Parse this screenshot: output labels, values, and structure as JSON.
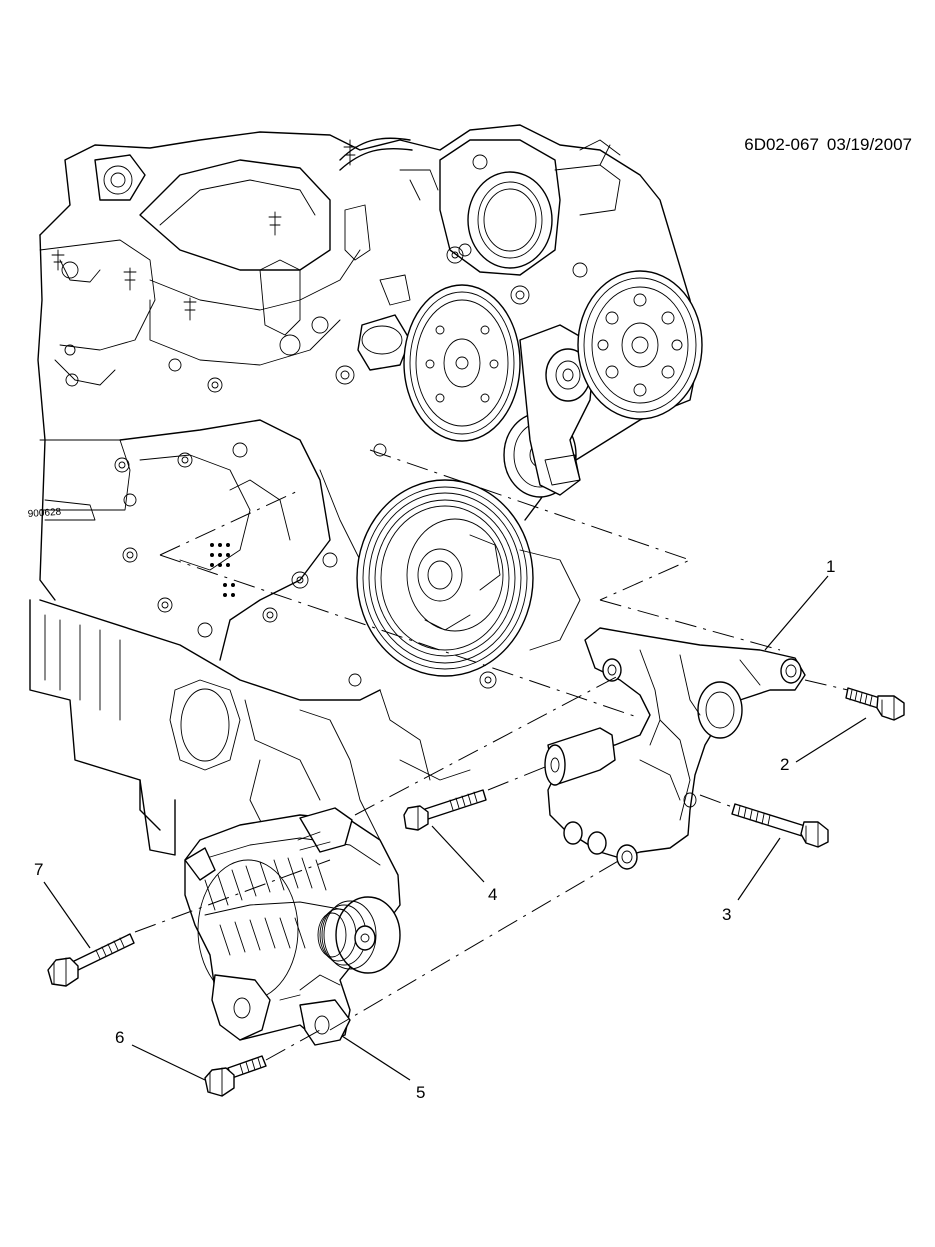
{
  "header": {
    "ref_code": "6D02-067",
    "date": "03/19/2007"
  },
  "engine": {
    "stamp_text": "900628"
  },
  "callouts": [
    {
      "id": "1",
      "label": "1"
    },
    {
      "id": "2",
      "label": "2"
    },
    {
      "id": "3",
      "label": "3"
    },
    {
      "id": "4",
      "label": "4"
    },
    {
      "id": "5",
      "label": "5"
    },
    {
      "id": "6",
      "label": "6"
    },
    {
      "id": "7",
      "label": "7"
    }
  ]
}
